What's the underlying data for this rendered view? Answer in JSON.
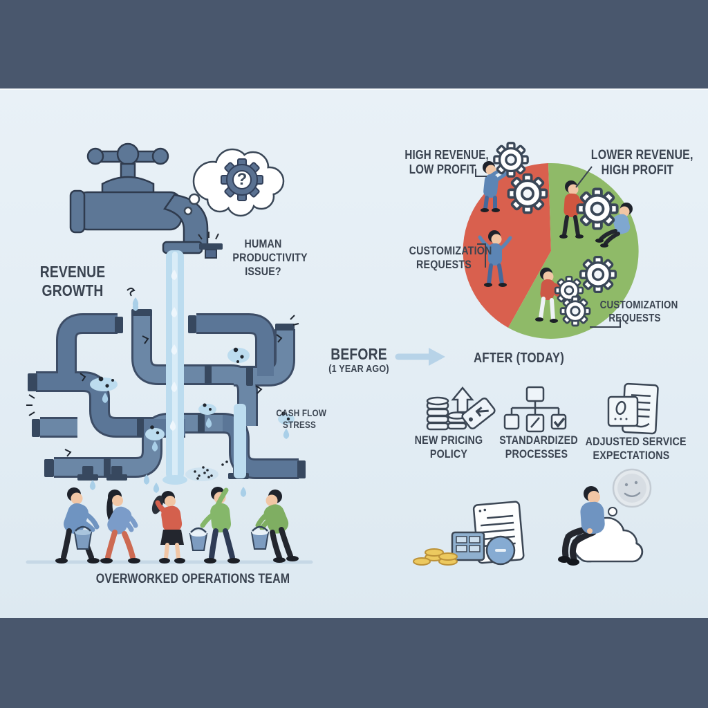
{
  "texts": {
    "revenue_growth": {
      "l1": "REVENUE",
      "l2": "GROWTH"
    },
    "human_productivity": {
      "l1": "HUMAN",
      "l2": "PRODUCTIVITY",
      "l3": "ISSUE?"
    },
    "cash_flow": {
      "l1": "CASH FLOW",
      "l2": "STRESS"
    },
    "team": "OVERWORKED OPERATIONS TEAM",
    "gear_q": "?",
    "pie_left": {
      "l1": "HIGH REVENUE,",
      "l2": "LOW PROFIT"
    },
    "pie_right": {
      "l1": "LOWER REVENUE,",
      "l2": "HIGH PROFIT"
    },
    "custom_left": {
      "l1": "CUSTOMIZATION",
      "l2": "REQUESTS"
    },
    "custom_right": {
      "l1": "CUSTOMIZATION",
      "l2": "REQUESTS"
    },
    "before": "BEFORE",
    "before_sub": "(1 YEAR AGO)",
    "after": "AFTER (TODAY)",
    "sol1": {
      "l1": "NEW PRICING",
      "l2": "POLICY"
    },
    "sol2": {
      "l1": "STANDARDIZED",
      "l2": "PROCESSES"
    },
    "sol3": {
      "l1": "ADJUSTED SERVICE",
      "l2": "EXPECTATIONS"
    }
  },
  "pie": {
    "type": "pie",
    "slices": [
      {
        "label": "HIGH REVENUE, LOW PROFIT",
        "color": "#d9604e",
        "percent_est": 41
      },
      {
        "label": "LOWER REVENUE, HIGH PROFIT",
        "color": "#8fba68",
        "percent_est": 59
      }
    ],
    "annotations": [
      "CUSTOMIZATION REQUESTS",
      "CUSTOMIZATION REQUESTS"
    ]
  },
  "icons": [
    "faucet-icon",
    "thought-cloud-gear-icon",
    "pipe-maze-icon",
    "bucket-team-icon",
    "pie-chart-icon",
    "gear-icon",
    "arrow-right-icon",
    "coins-price-tag-icon",
    "flowchart-check-icon",
    "documents-icon",
    "paperwork-coins-icon",
    "cloud-sitting-person-icon",
    "smiley-thought-icon"
  ],
  "colors": {
    "frame": "#49576d",
    "panel": "#e6eff6",
    "pipe": "#64809f",
    "pipe_outline": "#3d4d66",
    "water": "#bcdcef",
    "pie_red": "#d9604e",
    "pie_green": "#8fba68",
    "text": "#3a4350",
    "arrow": "#b7d3e8",
    "coin": "#ecc95f",
    "people_blue": "#6f94c1",
    "people_red": "#d4604d",
    "people_green": "#84b669"
  }
}
